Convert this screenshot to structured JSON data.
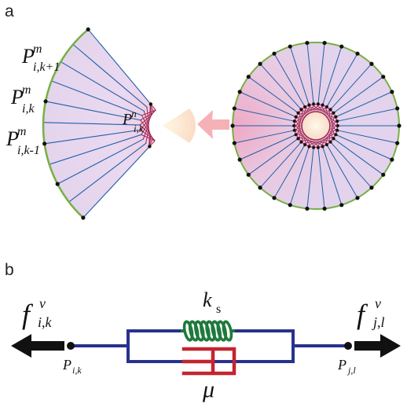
{
  "panels": {
    "a": "a",
    "b": "b"
  },
  "sector_labels": {
    "top": {
      "base": "P",
      "sup": "m",
      "sub": "i,k+1"
    },
    "middle": {
      "base": "P",
      "sup": "m",
      "sub": "i,k"
    },
    "bottom": {
      "base": "P",
      "sup": "m",
      "sub": "i,k-1"
    },
    "inner": {
      "base": "P",
      "sup": "n",
      "sub": "i,k"
    }
  },
  "spring_label": {
    "base": "k",
    "sub": "s"
  },
  "damper_label": "μ",
  "force_left": {
    "base": "f",
    "sup": "v",
    "sub": "i,k"
  },
  "force_right": {
    "base": "f",
    "sup": "v",
    "sub": "j,l"
  },
  "point_left": {
    "base": "P",
    "sub": "i,k"
  },
  "point_right": {
    "base": "P",
    "sub": "j,l"
  },
  "colors": {
    "outline_green": "#76b043",
    "spoke_blue": "#1f5fa8",
    "fill_lavender": "#e7d7ee",
    "fill_pink": "#f0aecb",
    "mesh_crimson": "#a0254f",
    "arrow_pink": "#f5b2b6",
    "spring_green": "#1e7a3c",
    "damper_red": "#c4242f",
    "frame_navy": "#28318f",
    "force_black": "#111111"
  },
  "icons": {
    "transfer_arrow": "pink-left-arrow",
    "force_arrows": "black-block-arrow"
  }
}
